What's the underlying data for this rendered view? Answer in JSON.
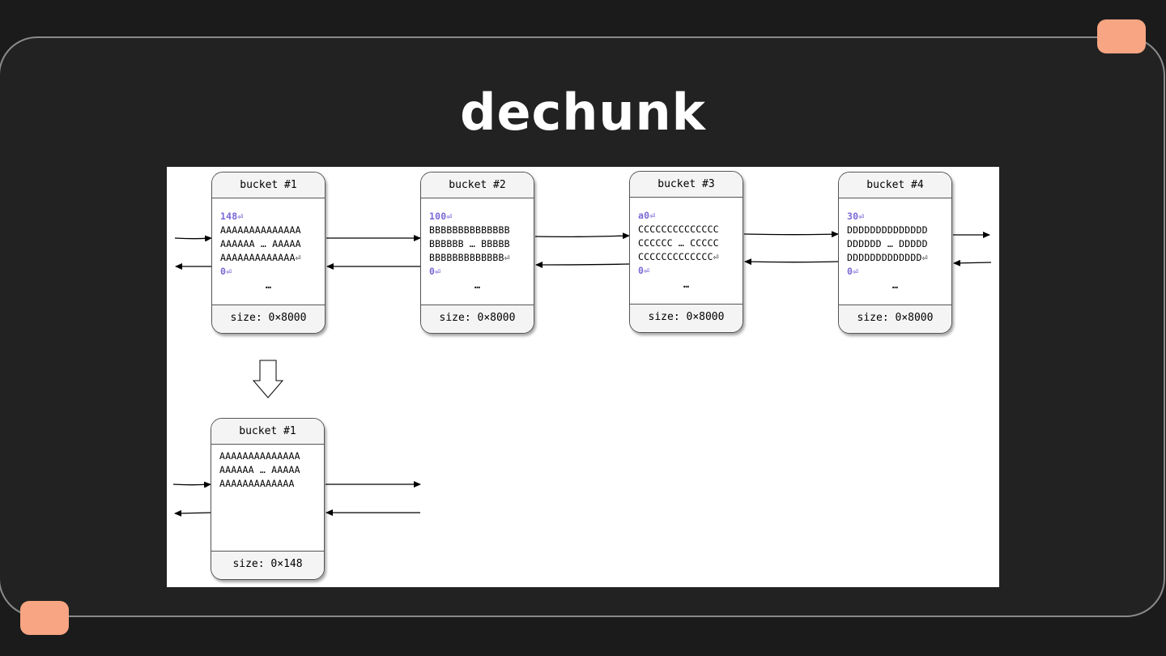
{
  "slide": {
    "title": "dechunk"
  },
  "diagram": {
    "buckets_before": [
      {
        "header": "bucket #1",
        "length_line": "148⏎",
        "lines": [
          "AAAAAAAAAAAAAA",
          "AAAAAA … AAAAA",
          "AAAAAAAAAAAAA⏎"
        ],
        "terminator": "0⏎",
        "ellipsis": "…",
        "footer": "size: 0×8000"
      },
      {
        "header": "bucket #2",
        "length_line": "100⏎",
        "lines": [
          "BBBBBBBBBBBBBB",
          "BBBBBB … BBBBB",
          "BBBBBBBBBBBBB⏎"
        ],
        "terminator": "0⏎",
        "ellipsis": "…",
        "footer": "size: 0×8000"
      },
      {
        "header": "bucket #3",
        "length_line": "a0⏎",
        "lines": [
          "CCCCCCCCCCCCCC",
          "CCCCCC … CCCCC",
          "CCCCCCCCCCCCC⏎"
        ],
        "terminator": "0⏎",
        "ellipsis": "…",
        "footer": "size: 0×8000"
      },
      {
        "header": "bucket #4",
        "length_line": "30⏎",
        "lines": [
          "DDDDDDDDDDDDDD",
          "DDDDDD … DDDDD",
          "DDDDDDDDDDDDD⏎"
        ],
        "terminator": "0⏎",
        "ellipsis": "…",
        "footer": "size: 0×8000"
      }
    ],
    "bucket_after": {
      "header": "bucket #1",
      "lines": [
        "AAAAAAAAAAAAAA",
        "AAAAAA … AAAAA",
        "AAAAAAAAAAAAA"
      ],
      "footer": "size: 0×148"
    },
    "colors": {
      "highlight": "#7b68d6",
      "accent": "#f7a582"
    }
  }
}
